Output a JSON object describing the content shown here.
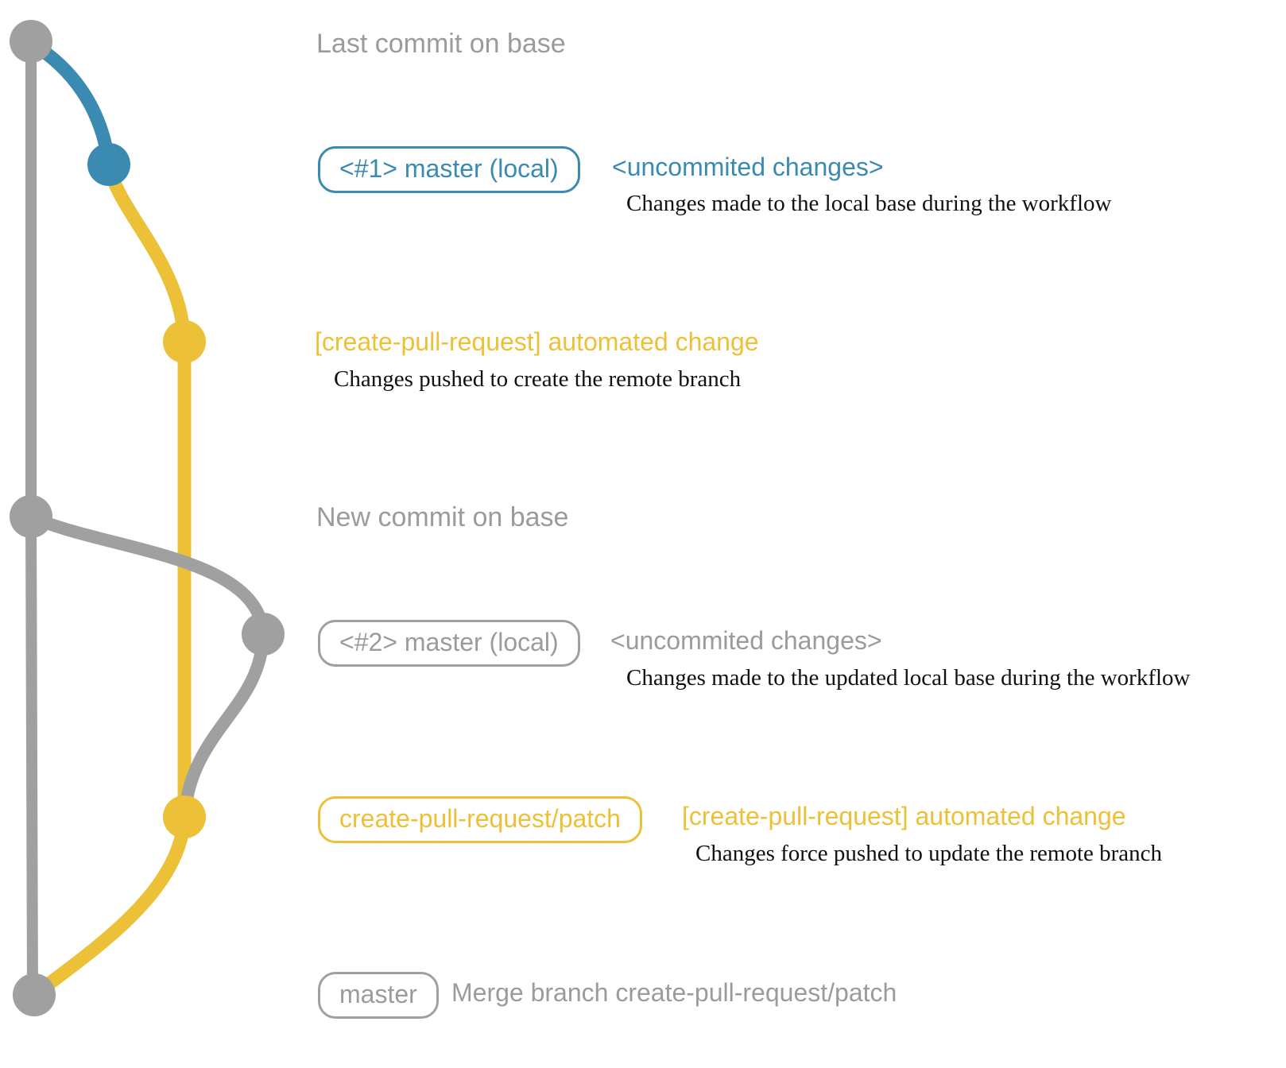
{
  "colors": {
    "gray": "#a0a0a0",
    "gray-text": "#9b9b9b",
    "blue": "#3a8ab1",
    "yellow": "#ecc138",
    "black": "#111111"
  },
  "graph": {
    "branches": [
      "base (master)",
      "local master",
      "create-pull-request/patch"
    ],
    "commits": [
      {
        "id": "last-commit-on-base",
        "branch": "base",
        "color": "gray"
      },
      {
        "id": "local-commit-1",
        "branch": "local master",
        "color": "blue"
      },
      {
        "id": "remote-patch-commit-1",
        "branch": "create-pull-request/patch",
        "color": "yellow"
      },
      {
        "id": "new-commit-on-base",
        "branch": "base",
        "color": "gray"
      },
      {
        "id": "local-commit-2",
        "branch": "local master",
        "color": "gray"
      },
      {
        "id": "remote-patch-commit-2",
        "branch": "create-pull-request/patch",
        "color": "yellow"
      },
      {
        "id": "merge-commit",
        "branch": "base",
        "color": "gray"
      }
    ]
  },
  "rows": {
    "row1": {
      "caption": "Last commit on base"
    },
    "row2": {
      "badge": "<#1> master (local)",
      "title": "<uncommited changes>",
      "desc": "Changes made to the local base during the workflow"
    },
    "row3": {
      "title": "[create-pull-request] automated change",
      "desc": "Changes pushed to create the remote branch"
    },
    "row4": {
      "caption": "New commit on base"
    },
    "row5": {
      "badge": "<#2> master (local)",
      "title": "<uncommited changes>",
      "desc": "Changes made to the updated local base during the workflow"
    },
    "row6": {
      "badge": "create-pull-request/patch",
      "title": "[create-pull-request] automated change",
      "desc": "Changes force pushed to update the remote branch"
    },
    "row7": {
      "badge": "master",
      "title": "Merge branch create-pull-request/patch"
    }
  }
}
